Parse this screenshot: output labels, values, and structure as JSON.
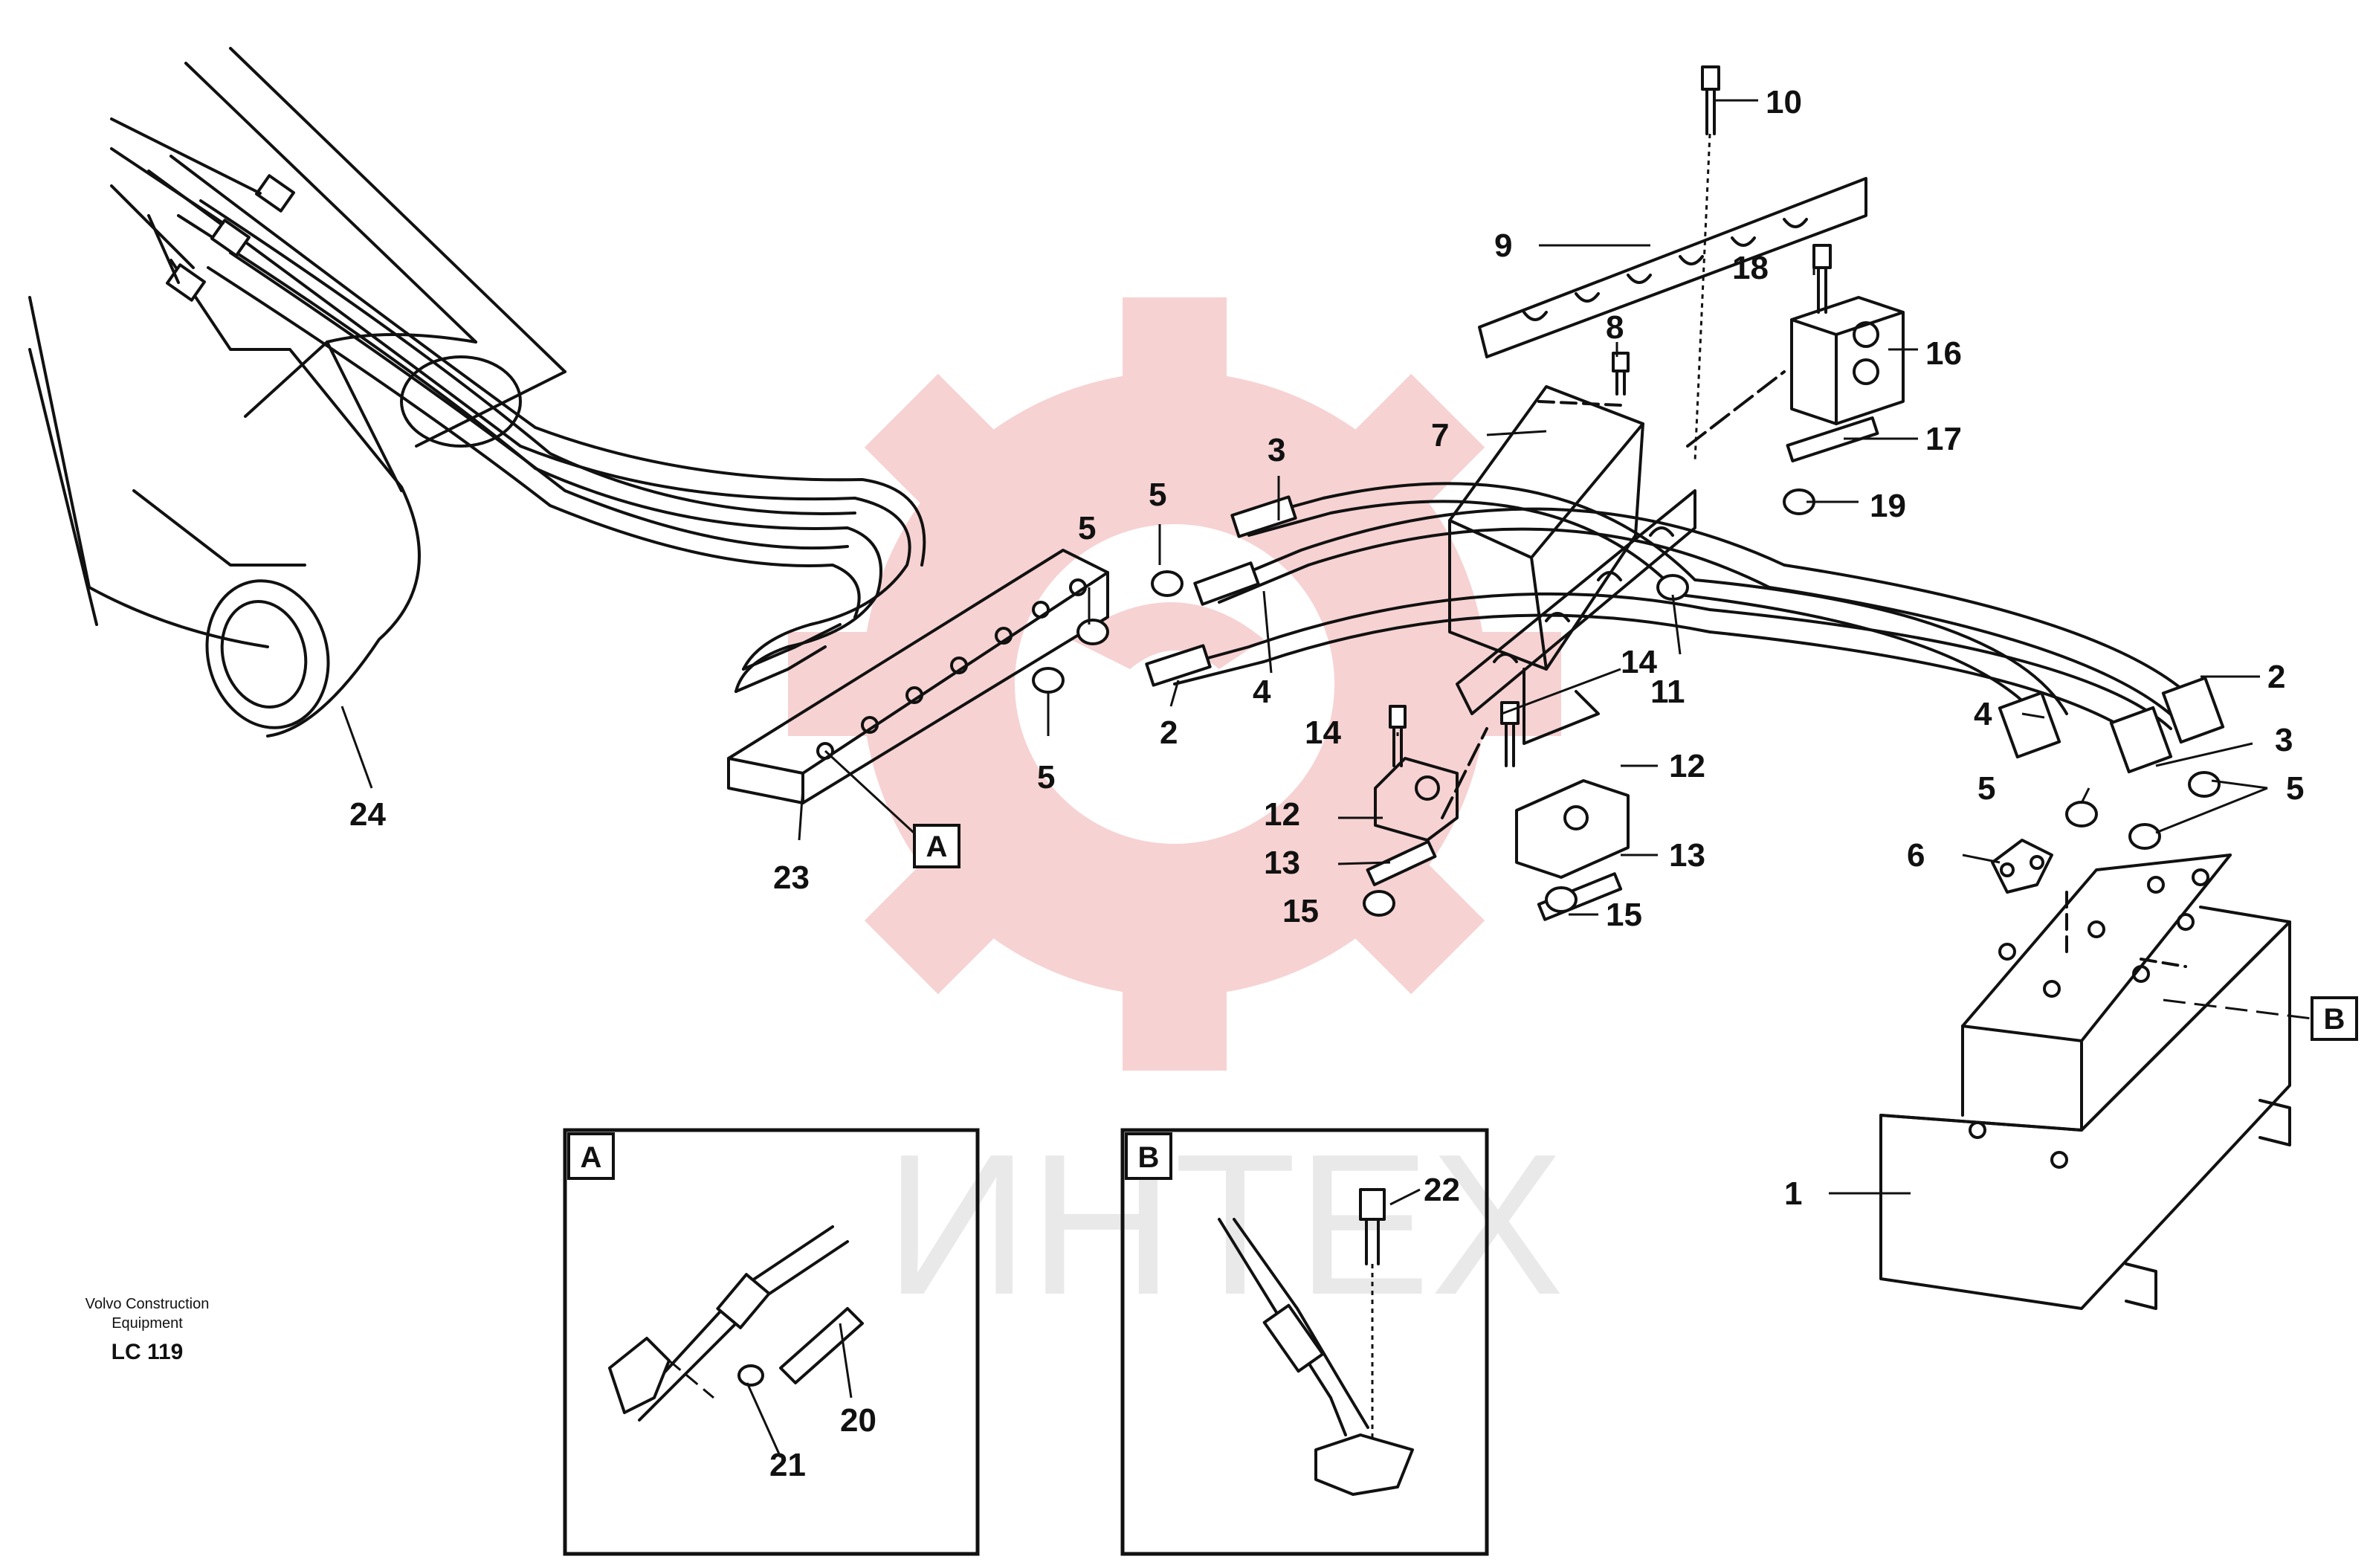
{
  "callouts": [
    {
      "id": "c1",
      "label": "1"
    },
    {
      "id": "c2a",
      "label": "2"
    },
    {
      "id": "c2b",
      "label": "2"
    },
    {
      "id": "c3a",
      "label": "3"
    },
    {
      "id": "c3b",
      "label": "3"
    },
    {
      "id": "c4a",
      "label": "4"
    },
    {
      "id": "c4b",
      "label": "4"
    },
    {
      "id": "c5a",
      "label": "5"
    },
    {
      "id": "c5b",
      "label": "5"
    },
    {
      "id": "c5c",
      "label": "5"
    },
    {
      "id": "c5d",
      "label": "5"
    },
    {
      "id": "c5e",
      "label": "5"
    },
    {
      "id": "c6",
      "label": "6"
    },
    {
      "id": "c7",
      "label": "7"
    },
    {
      "id": "c8",
      "label": "8"
    },
    {
      "id": "c9",
      "label": "9"
    },
    {
      "id": "c10",
      "label": "10"
    },
    {
      "id": "c11",
      "label": "11"
    },
    {
      "id": "c12a",
      "label": "12"
    },
    {
      "id": "c12b",
      "label": "12"
    },
    {
      "id": "c13a",
      "label": "13"
    },
    {
      "id": "c13b",
      "label": "13"
    },
    {
      "id": "c14a",
      "label": "14"
    },
    {
      "id": "c14b",
      "label": "14"
    },
    {
      "id": "c15a",
      "label": "15"
    },
    {
      "id": "c15b",
      "label": "15"
    },
    {
      "id": "c16",
      "label": "16"
    },
    {
      "id": "c17",
      "label": "17"
    },
    {
      "id": "c18",
      "label": "18"
    },
    {
      "id": "c19",
      "label": "19"
    },
    {
      "id": "c20",
      "label": "20"
    },
    {
      "id": "c21",
      "label": "21"
    },
    {
      "id": "c22",
      "label": "22"
    },
    {
      "id": "c23",
      "label": "23"
    },
    {
      "id": "c24",
      "label": "24"
    }
  ],
  "detail_refs": {
    "a": "A",
    "b": "B"
  },
  "detail_panels": {
    "a_title": "A",
    "b_title": "B"
  },
  "credit": {
    "line1": "Volvo Construction",
    "line2": "Equipment",
    "code": "LC 119"
  },
  "watermark": {
    "text": "ИНТЕХ",
    "gear_color": "#f4c3c3",
    "text_color": "#e9e9e9"
  }
}
